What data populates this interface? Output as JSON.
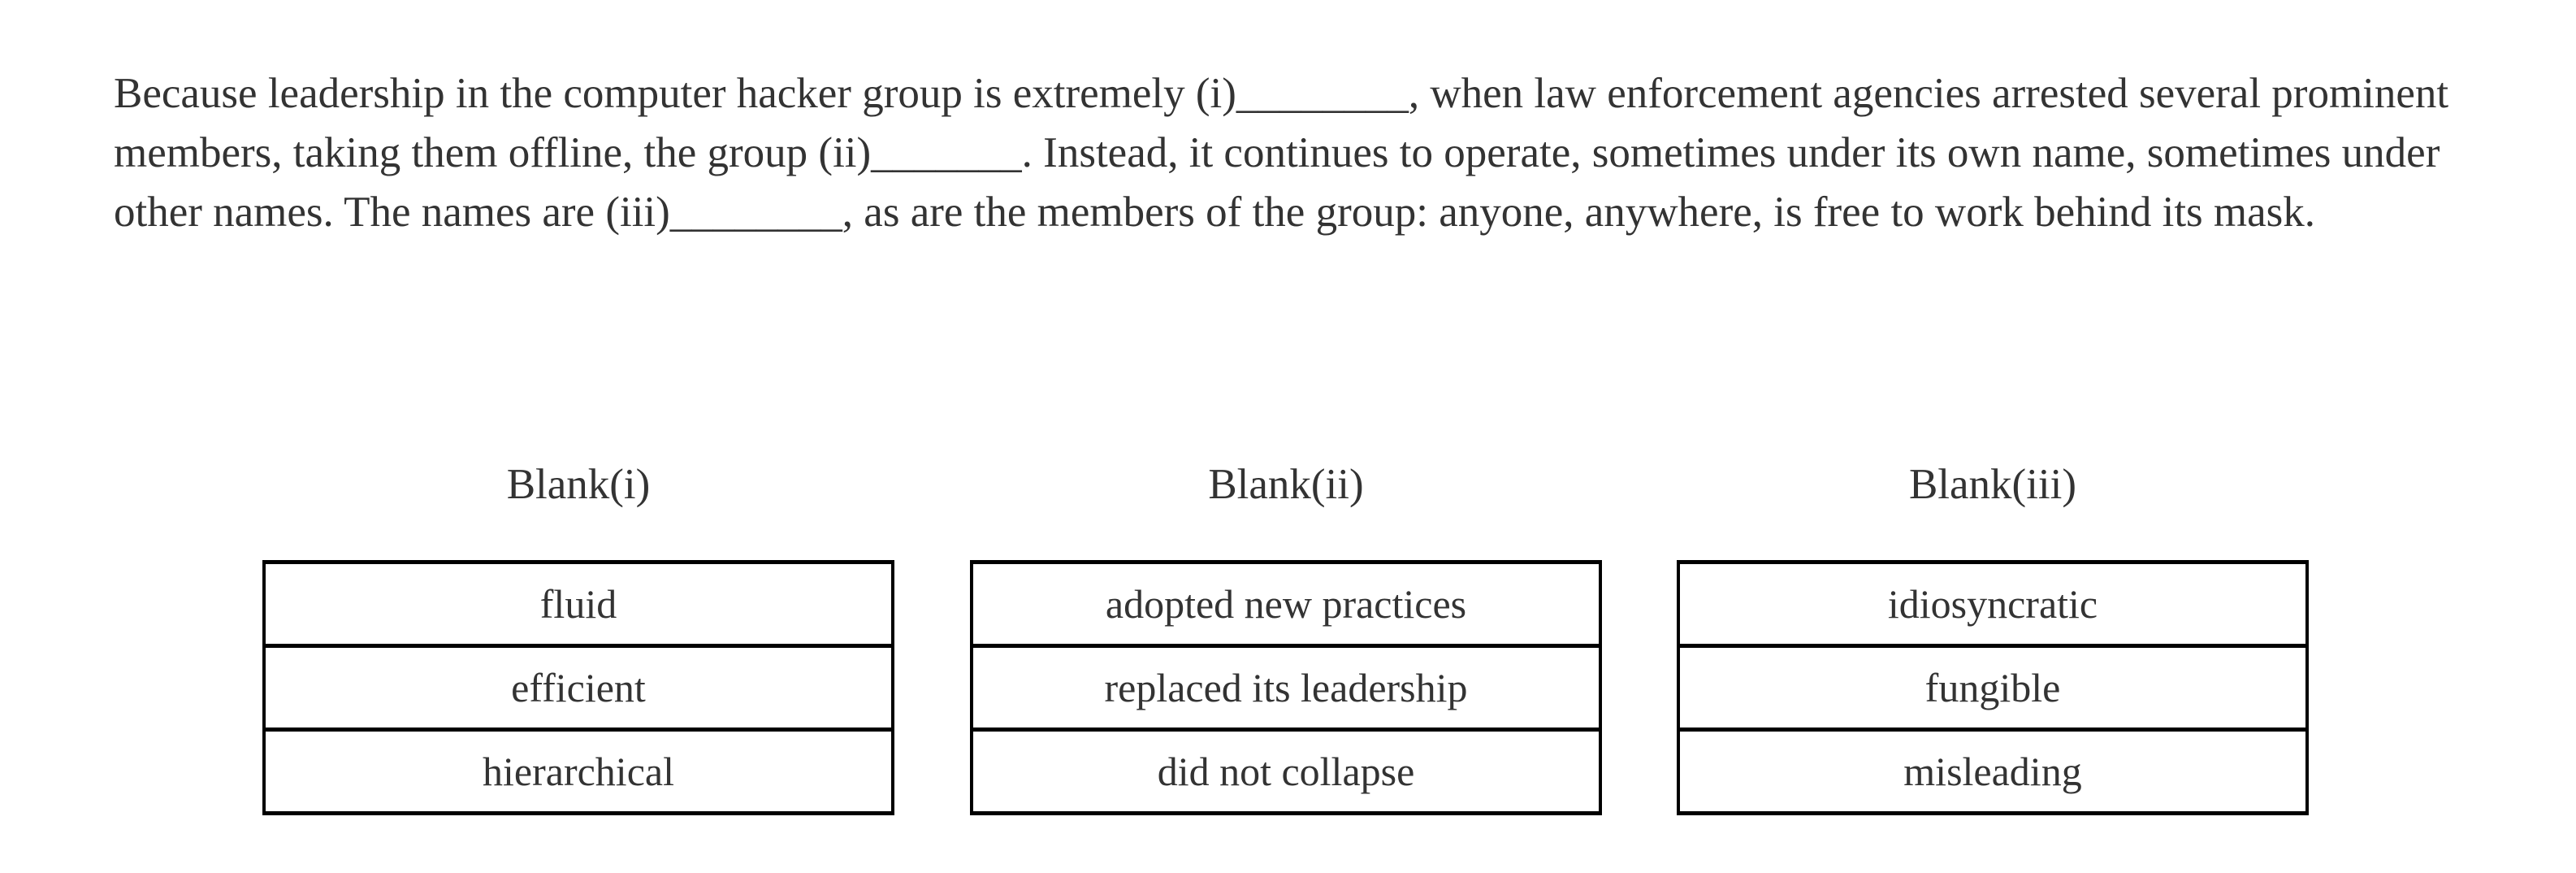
{
  "question": {
    "passage_lines": [
      "Because leadership in the computer hacker group is extremely (i)________, when law enforcement agencies arrested several prominent",
      "members, taking them offline, the group (ii)_______. Instead, it continues to operate, sometimes under its own name, sometimes under",
      "other names. The names are (iii)________, as are the members of the group: anyone, anywhere, is free to work behind its mask."
    ]
  },
  "blanks": [
    {
      "label": "Blank(i)",
      "choices": [
        "fluid",
        "efficient",
        "hierarchical"
      ]
    },
    {
      "label": "Blank(ii)",
      "choices": [
        "adopted new practices",
        "replaced its leadership",
        "did not collapse"
      ]
    },
    {
      "label": "Blank(iii)",
      "choices": [
        "idiosyncratic",
        "fungible",
        "misleading"
      ]
    }
  ],
  "colors": {
    "text": "#333333",
    "border": "#000000",
    "background": "#ffffff"
  }
}
